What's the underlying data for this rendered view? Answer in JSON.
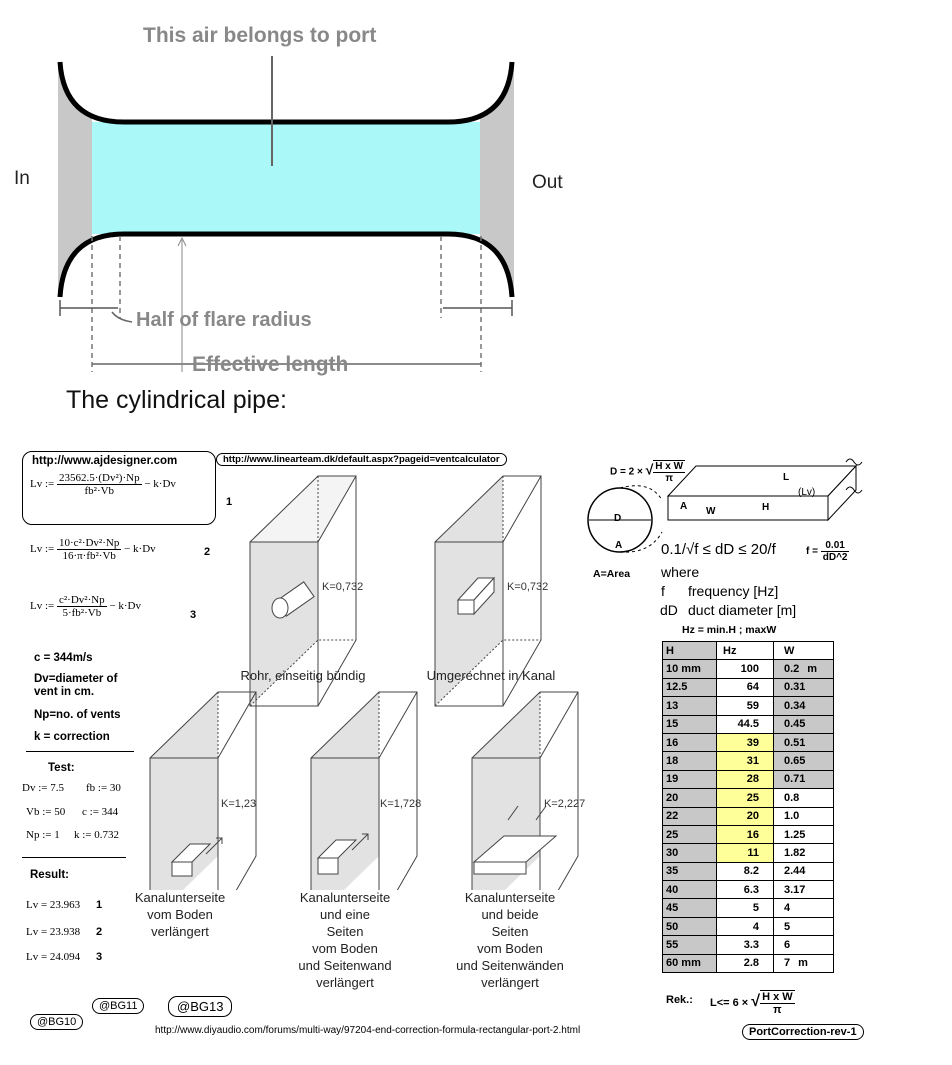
{
  "pipe_diagram": {
    "top_label": "This air belongs to port",
    "in_label": "In",
    "out_label": "Out",
    "flare_label": "Half of flare radius",
    "effective_label": "Effective length",
    "title": "The cylindrical pipe:"
  },
  "links": {
    "ajdesigner": "http://www.ajdesigner.com",
    "linearteam": "http://www.linearteam.dk/default.aspx?pageid=ventcalculator",
    "diyaudio": "http://www.diyaudio.com/forums/multi-way/97204-end-correction-formula-rectangular-port-2.html"
  },
  "formulas": {
    "f1_num": "23562.5·(Dv²)·Np",
    "f1_den": "fb²·Vb",
    "f1_tail": "− k·Dv",
    "f1_no": "1",
    "f2_num": "10·c²·Dv²·Np",
    "f2_den": "16·π·fb²·Vb",
    "f2_tail": "− k·Dv",
    "f2_no": "2",
    "f3_num": "c²·Dv²·Np",
    "f3_den": "5·fb²·Vb",
    "f3_tail": "− k·Dv",
    "f3_no": "3",
    "lhs": "Lv :="
  },
  "definitions": {
    "c": "c = 344m/s",
    "dv1": "Dv=diameter of",
    "dv2": "vent in cm.",
    "np": "Np=no. of vents",
    "k": "k = correction"
  },
  "test": {
    "heading": "Test:",
    "line1a": "Dv := 7.5",
    "line1b": "fb := 30",
    "line2a": "Vb := 50",
    "line2b": "c := 344",
    "line3a": "Np := 1",
    "line3b": "k := 0.732"
  },
  "result": {
    "heading": "Result:",
    "r1": "Lv = 23.963",
    "r1n": "1",
    "r2": "Lv = 23.938",
    "r2n": "2",
    "r3": "Lv = 24.094",
    "r3n": "3"
  },
  "boxes": {
    "b1_k": "K=0,732",
    "b1_cap": "Rohr, einseitig bündig",
    "b2_k": "K=0,732",
    "b2_cap": "Umgerechnet in Kanal",
    "b3_k": "K=1,23",
    "b3_cap1": "Kanalunterseite",
    "b3_cap2": "vom Boden",
    "b3_cap3": "verlängert",
    "b4_k": "K=1,728",
    "b4_cap1": "Kanalunterseite",
    "b4_cap2": "und eine",
    "b4_cap3": "Seiten",
    "b4_cap4": "vom Boden",
    "b4_cap5": "und Seitenwand",
    "b4_cap6": "verlängert",
    "b5_k": "K=2,227",
    "b5_cap1": "Kanalunterseite",
    "b5_cap2": "und beide",
    "b5_cap3": "Seiten",
    "b5_cap4": "vom Boden",
    "b5_cap5": "und Seitenwänden",
    "b5_cap6": "verlängert"
  },
  "duct": {
    "d_formula_lhs": "D = 2 ×",
    "d_formula_num": "H x W",
    "d_formula_den": "π",
    "label_d": "D",
    "label_a": "A",
    "label_a2": "A",
    "label_w": "W",
    "label_h": "H",
    "label_l": "L",
    "label_lv": "(Lv)",
    "area": "A=Area",
    "rule": "0.1/√f ≤ dD ≤ 20/f",
    "f_lhs": "f =",
    "f_num": "0.01",
    "f_den": "dD^2",
    "where": "where",
    "f_def_sym": "f",
    "f_def": "frequency [Hz]",
    "dd_def_sym": "dD",
    "dd_def": "duct diameter [m]",
    "hz_note": "Hz = min.H ; maxW"
  },
  "table": {
    "headers": [
      "H",
      "Hz",
      "W"
    ],
    "rows": [
      [
        "10 mm",
        "100",
        "0.2",
        "m"
      ],
      [
        "12.5",
        "64",
        "0.31",
        ""
      ],
      [
        "13",
        "59",
        "0.34",
        ""
      ],
      [
        "15",
        "44.5",
        "0.45",
        ""
      ],
      [
        "16",
        "39",
        "0.51",
        ""
      ],
      [
        "18",
        "31",
        "0.65",
        ""
      ],
      [
        "19",
        "28",
        "0.71",
        ""
      ],
      [
        "20",
        "25",
        "0.8",
        ""
      ],
      [
        "22",
        "20",
        "1.0",
        ""
      ],
      [
        "25",
        "16",
        "1.25",
        ""
      ],
      [
        "30",
        "11",
        "1.82",
        ""
      ],
      [
        "35",
        "8.2",
        "2.44",
        ""
      ],
      [
        "40",
        "6.3",
        "3.17",
        ""
      ],
      [
        "45",
        "5",
        "4",
        ""
      ],
      [
        "50",
        "4",
        "5",
        ""
      ],
      [
        "55",
        "3.3",
        "6",
        ""
      ],
      [
        "60 mm",
        "2.8",
        "7",
        "m"
      ]
    ]
  },
  "rek": {
    "label": "Rek.:",
    "lhs": "L<=  6 ×",
    "num": "H x W",
    "den": "π"
  },
  "tags": {
    "bg10": "@BG10",
    "bg11": "@BG11",
    "bg13": "@BG13",
    "rev": "PortCorrection-rev-1"
  }
}
